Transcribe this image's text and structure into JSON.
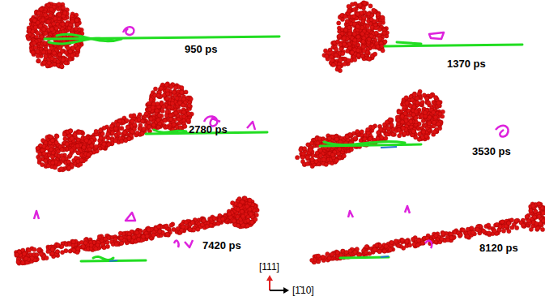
{
  "diagram": {
    "labels": [
      "950 ps",
      "1370 ps",
      "2780 ps",
      "3530 ps",
      "7420 ps",
      "8120 ps",
      "[111]",
      "[1̄10]"
    ]
  }
}
